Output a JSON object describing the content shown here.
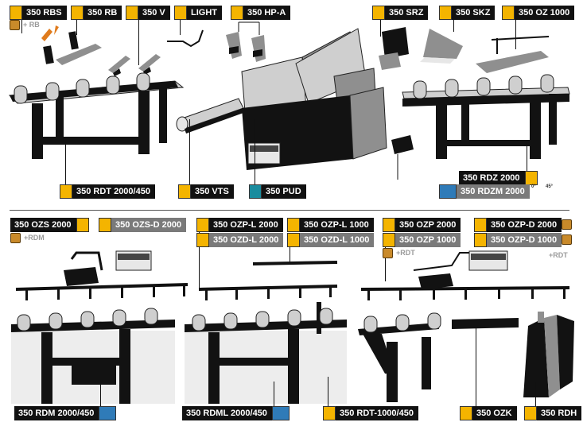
{
  "top_labels": {
    "rbs": "350 RBS",
    "rb_plus": "+ RB",
    "rb": "350 RB",
    "v": "350 V",
    "light": "LIGHT",
    "hpa": "350 HP-A",
    "srz": "350 SRZ",
    "skz": "350 SKZ",
    "oz1000": "350 OZ 1000",
    "rdt2000": "350 RDT 2000/450",
    "vts": "350 VTS",
    "pud": "350 PUD",
    "rdz2000": "350 RDZ 2000",
    "rdzm2000": "350 RDZM 2000"
  },
  "bottom_labels": {
    "ozs2000": "350 OZS 2000",
    "ozsd2000": "350 OZS-D 2000",
    "plus_rdm": "+RDM",
    "ozpl2000": "350 OZP-L 2000",
    "ozdl2000": "350 OZD-L 2000",
    "ozpl1000": "350 OZP-L 1000",
    "ozdl1000": "350 OZD-L 1000",
    "ozp2000": "350 OZP 2000",
    "ozp1000": "350 OZP 1000",
    "plus_rdt_left": "+RDT",
    "ozpd2000": "350 OZP-D 2000",
    "ozpd1000": "350 OZP-D 1000",
    "plus_rdt_right": "+RDT",
    "rdm": "350 RDM 2000/450",
    "rdml": "350 RDML 2000/450",
    "rdt1000": "350 RDT-1000/450",
    "ozk": "350 OZK",
    "rdh": "350 RDH"
  },
  "colors": {
    "accent_yellow": "#f4b400",
    "teal": "#1a8c9e",
    "label_bg": "#111111",
    "label_gray": "#7a7a7a"
  },
  "icons": [
    "lock-icon",
    "double-arrow-icon",
    "pen-icon",
    "scroll-icon"
  ],
  "angles": [
    "0°",
    "45°"
  ]
}
